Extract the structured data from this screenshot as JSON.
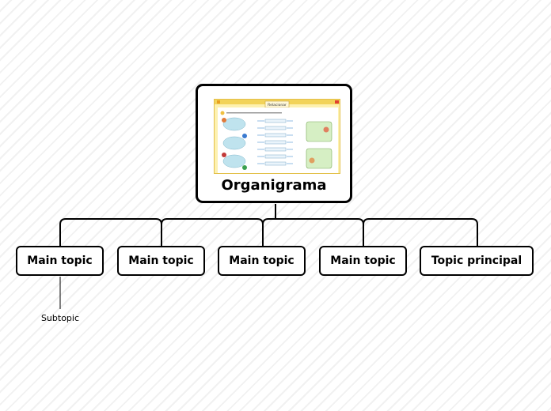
{
  "root": {
    "title": "Organigrama",
    "image_caption": "Relacionar"
  },
  "topics": [
    {
      "label": "Main topic"
    },
    {
      "label": "Main topic"
    },
    {
      "label": "Main topic"
    },
    {
      "label": "Main topic"
    },
    {
      "label": "Topic principal"
    }
  ],
  "subtopics": [
    {
      "label": "Subtopic"
    }
  ],
  "colors": {
    "stroke": "#000000",
    "image_background": "#fdf1b0"
  }
}
